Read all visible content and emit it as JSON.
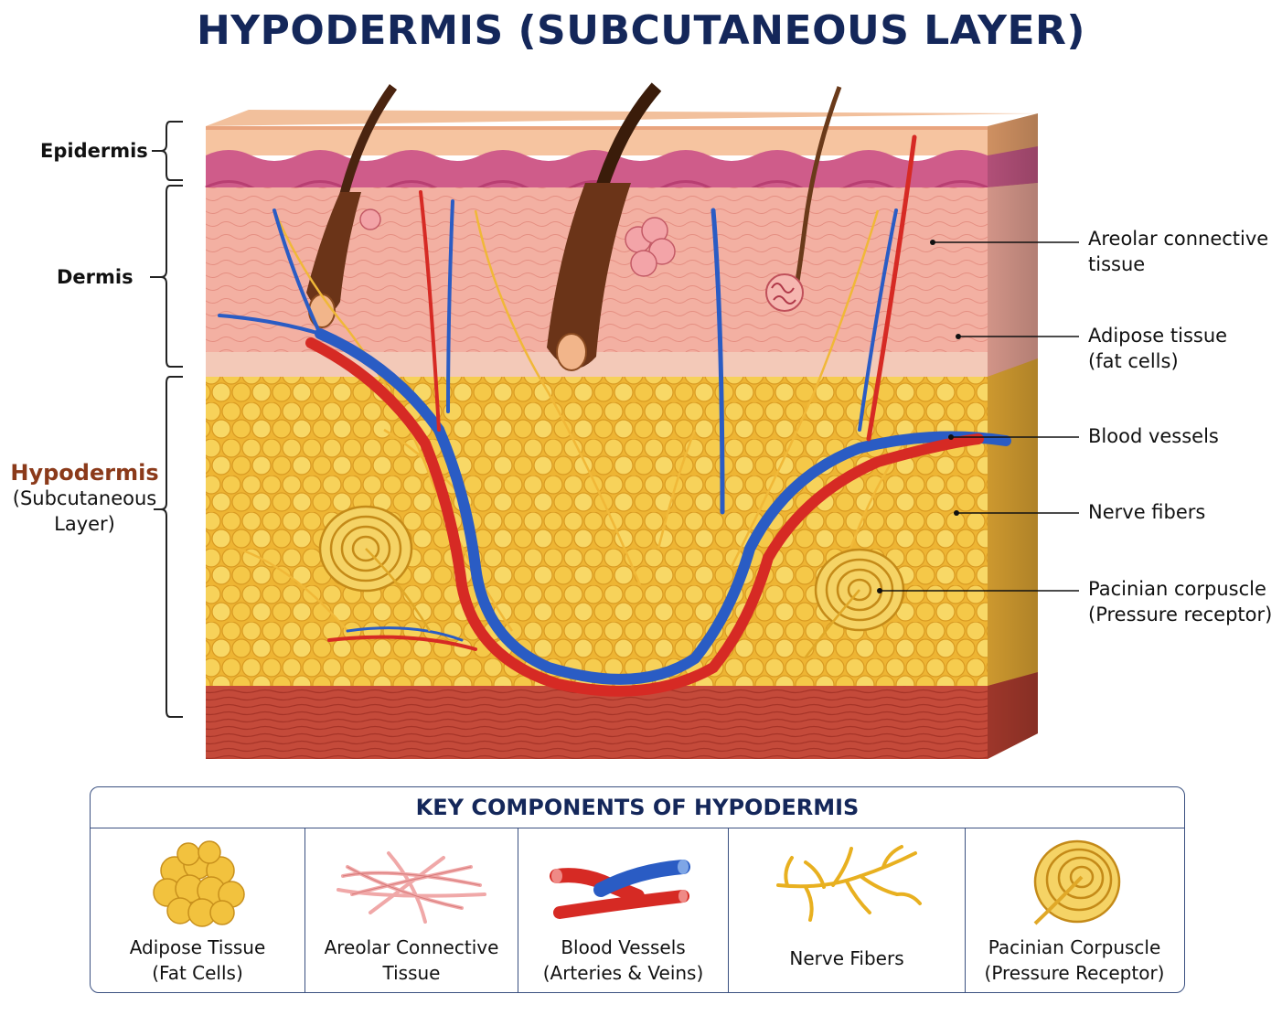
{
  "title": "HYPODERMIS (SUBCUTANEOUS LAYER)",
  "layers": {
    "epidermis": "Epidermis",
    "dermis": "Dermis",
    "hypodermis": "Hypodermis",
    "hypodermis_sub_line1": "(Subcutaneous",
    "hypodermis_sub_line2": "Layer)"
  },
  "callouts": [
    {
      "line1": "Areolar connective",
      "line2": "tissue"
    },
    {
      "line1": "Adipose tissue",
      "line2": "(fat cells)"
    },
    {
      "line1": "Blood vessels",
      "line2": ""
    },
    {
      "line1": "Nerve fibers",
      "line2": ""
    },
    {
      "line1": "Pacinian corpuscle",
      "line2": "(Pressure receptor)"
    }
  ],
  "key": {
    "title": "KEY COMPONENTS OF HYPODERMIS",
    "items": [
      {
        "line1": "Adipose Tissue",
        "line2": "(Fat Cells)",
        "icon": "fat-cells-icon"
      },
      {
        "line1": "Areolar Connective",
        "line2": "Tissue",
        "icon": "connective-fibers-icon"
      },
      {
        "line1": "Blood Vessels",
        "line2": "(Arteries & Veins)",
        "icon": "blood-vessels-icon"
      },
      {
        "line1": "Nerve Fibers",
        "line2": "",
        "icon": "nerve-fibers-icon"
      },
      {
        "line1": "Pacinian Corpuscle",
        "line2": "(Pressure Receptor)",
        "icon": "pacinian-corpuscle-icon"
      }
    ]
  },
  "colors": {
    "title": "#14275a",
    "hypodermis_label": "#8b3a1a",
    "artery": "#d62a24",
    "vein": "#2a5cc4",
    "fat": "#f2c23e",
    "dermis": "#f4b2a6",
    "epidermis": "#f6c9a8",
    "muscle": "#c84a3c"
  }
}
